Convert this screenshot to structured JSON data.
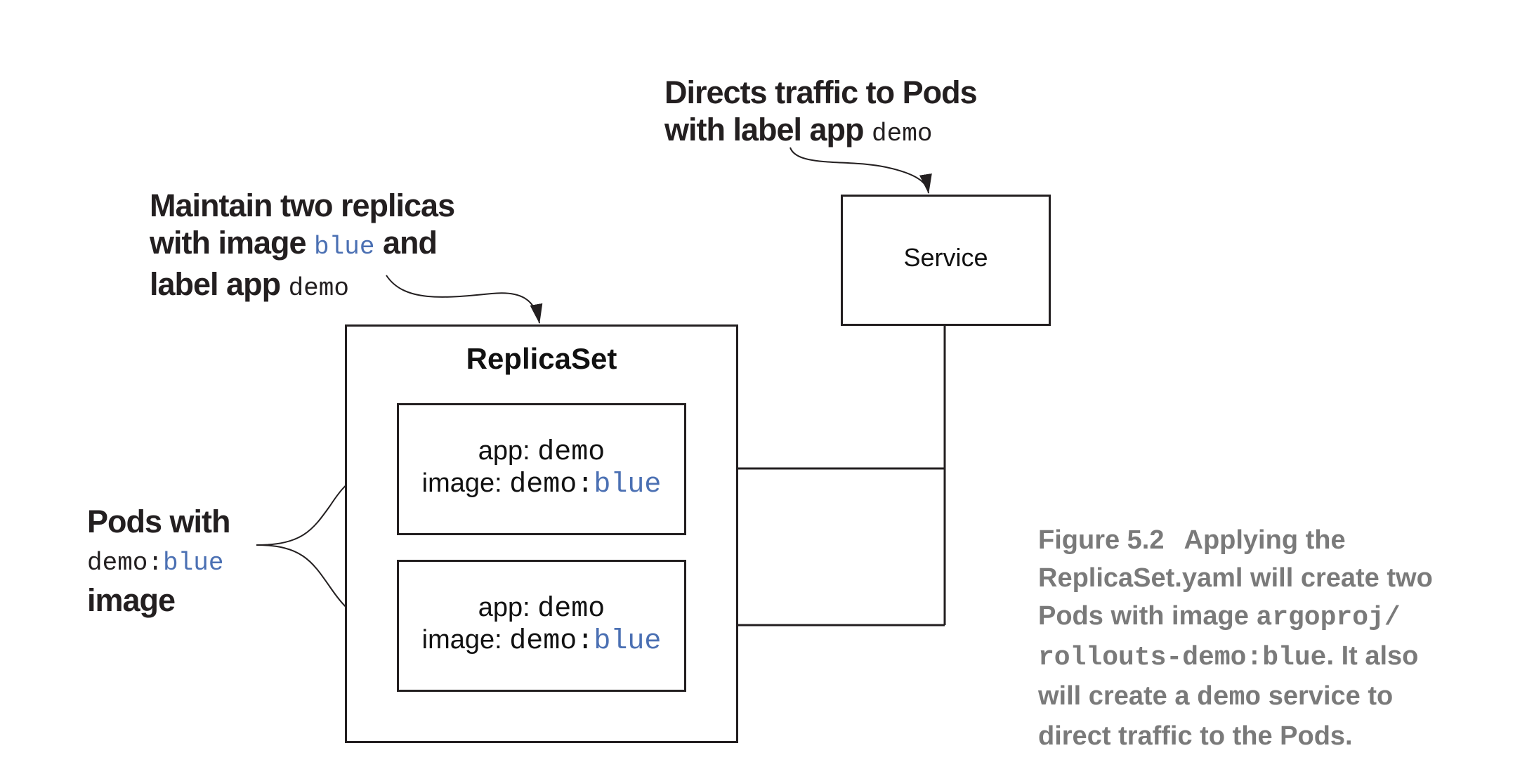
{
  "service_annotation": {
    "line1": "Directs traffic to Pods",
    "line2_prefix": "with label app ",
    "line2_code": "demo"
  },
  "replicaset_annotation": {
    "line1": "Maintain two replicas",
    "line2_prefix": "with image ",
    "line2_code": "blue",
    "line2_suffix": " and",
    "line3_prefix": "label app ",
    "line3_code": "demo"
  },
  "pods_annotation": {
    "line1": "Pods with",
    "line2_code_a": "demo:",
    "line2_code_b": "blue",
    "line3": "image"
  },
  "service_box": {
    "label": "Service"
  },
  "replicaset_box": {
    "label": "ReplicaSet"
  },
  "pods": [
    {
      "app_label": "app:",
      "app_value": "demo",
      "image_label": "image:",
      "image_value_a": "demo:",
      "image_value_b": "blue"
    },
    {
      "app_label": "app:",
      "app_value": "demo",
      "image_label": "image:",
      "image_value_a": "demo:",
      "image_value_b": "blue"
    }
  ],
  "caption": {
    "figure": "Figure 5.2",
    "t1": "Applying the",
    "t2": "ReplicaSet.yaml will create two",
    "t3": "Pods with image ",
    "code1": "argoproj/",
    "code2": "rollouts-demo:blue",
    "t4": ". It also",
    "t5": "will create a ",
    "code3": "demo",
    "t6": " service to",
    "t7": "direct traffic to the Pods."
  },
  "colors": {
    "code_blue": "#4b70b3",
    "line": "#231f20",
    "caption_gray": "#7a7a7a"
  }
}
